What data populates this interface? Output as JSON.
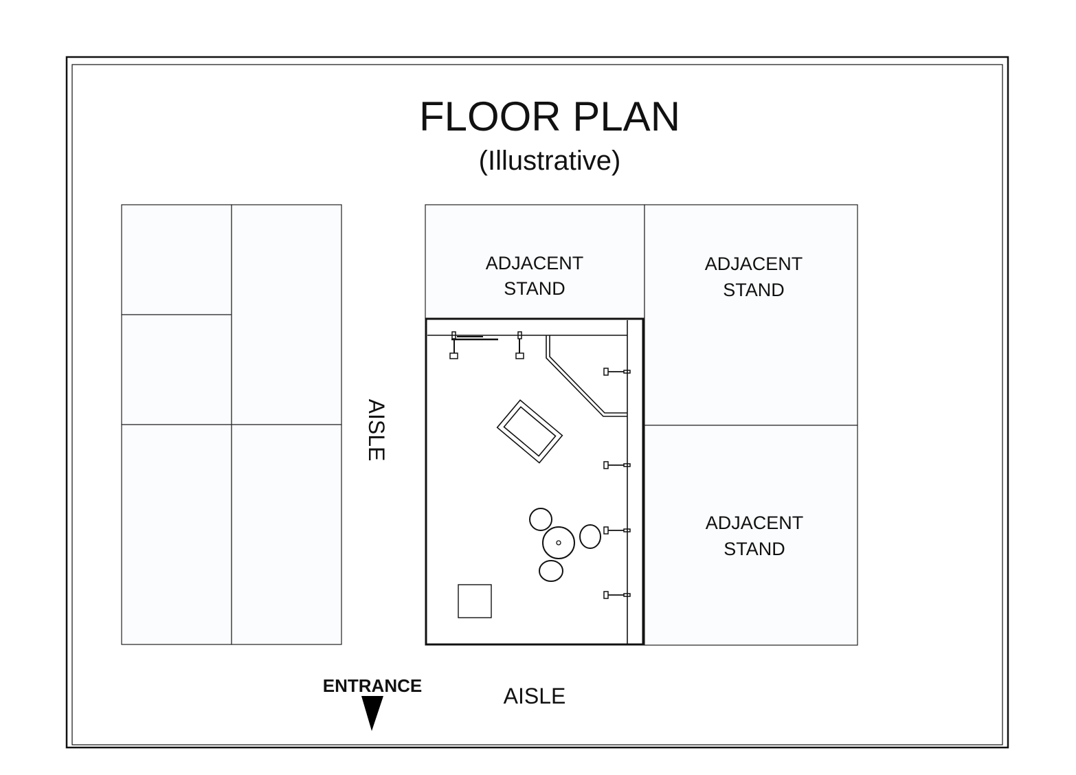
{
  "title": "FLOOR PLAN",
  "subtitle": "(Illustrative)",
  "adjacent_stands": [
    {
      "line1": "ADJACENT",
      "line2": "STAND"
    },
    {
      "line1": "ADJACENT",
      "line2": "STAND"
    },
    {
      "line1": "ADJACENT",
      "line2": "STAND"
    }
  ],
  "aisle_vertical": "AISLE",
  "aisle_horizontal": "AISLE",
  "entrance": "ENTRANCE"
}
